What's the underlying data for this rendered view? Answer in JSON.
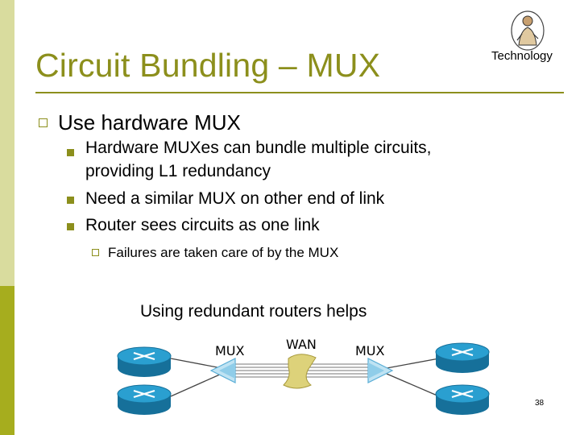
{
  "slide": {
    "title": "Circuit Bundling – MUX",
    "logo_text": "Technology",
    "page_number": "38"
  },
  "content": {
    "level1": "Use hardware MUX",
    "level2": [
      "Hardware MUXes can bundle multiple circuits,",
      "providing L1 redundancy",
      "Need a similar MUX on other end of link",
      "Router sees circuits as one link"
    ],
    "level3": "Failures are taken care of by the MUX"
  },
  "diagram": {
    "caption": "Using redundant routers helps",
    "left_mux": "MUX",
    "wan": "WAN",
    "right_mux": "MUX"
  },
  "colors": {
    "accent": "#8c8f1c",
    "sidebar_light": "#d9dc9e",
    "sidebar_dark": "#a6ad1e",
    "router": "#1e8fbf"
  }
}
